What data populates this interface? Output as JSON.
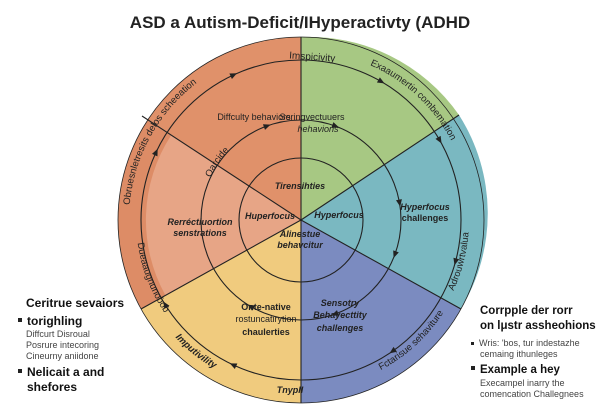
{
  "title": "ASD a Autism-Deficit/IHyperactivty (ADHD",
  "colors": {
    "orange": "#e0916a",
    "orange_light": "#e7a586",
    "green": "#a7c883",
    "teal": "#7ab8c1",
    "blue": "#7b8bc0",
    "yellow": "#f0cb7e"
  },
  "wheel": {
    "outer_labels": {
      "top": "Imspicivity",
      "upper_right": "Exaaumertin combemation",
      "right": "Adrouwrtvalua",
      "upper_left": "Obruesnletresits delos scheeations",
      "left": "Dueaaugnunoɓoɓ",
      "lower_left": "Imputivility",
      "lower_right": "Fctarisue sehaviture",
      "bottom": "Tnypll"
    },
    "middle_ring_label": "Oarcide",
    "segments": {
      "top_left": "Diffculty behaviors",
      "top_right": [
        "Seringvectuuers",
        "hehavions"
      ],
      "right": [
        "Hyperfocus",
        "challenges"
      ],
      "left": [
        "Rerréctiuortion",
        "senstrations"
      ],
      "bottom_left": [
        "Onte-native",
        "rostuncatirytion",
        "chaulerties"
      ],
      "bottom_right": [
        "Sensotry",
        "Behayecttity",
        "challenges"
      ]
    },
    "center": {
      "top": "Tirensihties",
      "left": "Huperfocus",
      "right": "Hyperfocus",
      "bottom": [
        "Alinestue",
        "behavcitur"
      ]
    }
  },
  "left_panel": {
    "heading": "Ceritrue sevaiors",
    "bullets": [
      {
        "label": "torighling",
        "details": [
          "Diffcurt Disroual",
          "Posrure intecoring",
          "Cineurny aniidone"
        ]
      },
      {
        "label": "Nelicait a and shefores",
        "details": []
      }
    ]
  },
  "right_panel": {
    "heading": [
      "Corrpple der rorr",
      "on lμstr assheohions"
    ],
    "bullets": [
      {
        "label": "",
        "details": [
          "Wris: 'bos, tur indestazhe",
          "cemaing ithunleges"
        ]
      },
      {
        "label": "Example a hey",
        "details": [
          "Execampel inarry the",
          "comencation Challegnees"
        ]
      }
    ]
  }
}
